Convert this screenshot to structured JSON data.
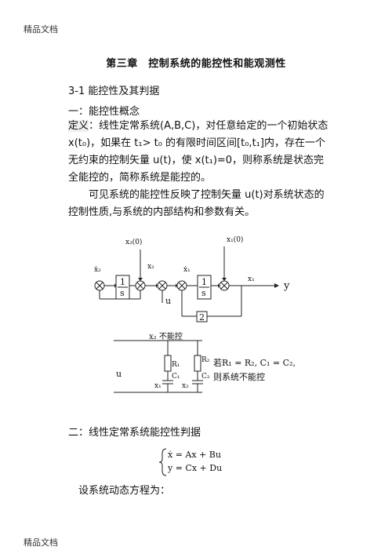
{
  "header": "精品文档",
  "footer": "精品文档",
  "title": "第三章　控制系统的能控性和能观测性",
  "section_3_1": "3-1 能控性及其判据",
  "section_one": "一：能控性概念",
  "definition": {
    "label": "定义",
    "text": "：线性定常系统(A,B,C)，对任意给定的一个初始状态 x(t₀)，如果在 t₁> t₀ 的有限时间区间[t₀,t₁]内，存在一个无约束的控制矢量 u(t)，使 x(t₁)=0，则称系统是状态完全能控的，简称系统是能控的。"
  },
  "paragraph": "可见系统的能控性反映了控制矢量 u(t)对系统状态的控制性质,与系统的内部结构和参数有关。",
  "block_diagram": {
    "x2_dot": "ẋ₂",
    "x2_initial": "x₂(0)",
    "x2": "x₂",
    "x1_dot": "ẋ₁",
    "x1_initial": "x₁(0)",
    "x1": "x₁",
    "integrator_num": "1",
    "integrator_den": "s",
    "input": "u",
    "output": "y",
    "gain": "2",
    "caption": "x₂ 不能控"
  },
  "circuit": {
    "input": "u",
    "r1": "R₁",
    "c1": "C₁",
    "r2": "R₂",
    "c2": "C₂",
    "x1": "x₁",
    "x2": "x₂",
    "note_line1": "若R₁ = R₂, C₁ = C₂,",
    "note_line2": "则系统不能控"
  },
  "section_two": "二：线性定常系统能控性判据",
  "equations": {
    "line1": "ẋ = Ax + Bu",
    "line2": "y = Cx + Du"
  },
  "equation_intro": "设系统动态方程为："
}
